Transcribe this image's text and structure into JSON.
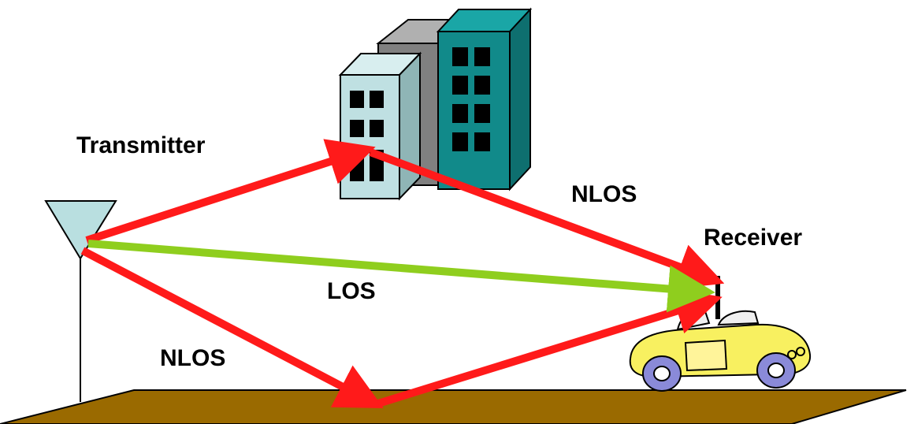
{
  "labels": {
    "transmitter": "Transmitter",
    "receiver": "Receiver",
    "los": "LOS",
    "nlos_top": "NLOS",
    "nlos_bottom": "NLOS"
  },
  "colors": {
    "nlos_path": "#ff1a1a",
    "los_path": "#8fce1e",
    "ground": "#9a6a00",
    "antenna_fill": "#b9dfe0",
    "building_front": "#bfe0e2",
    "building_back": "#808080",
    "building_right": "#118a8a",
    "window": "#000000",
    "car_body": "#f8f060"
  },
  "icons": {
    "transmitter": "antenna-icon",
    "buildings": "buildings-icon",
    "receiver": "car-icon"
  }
}
